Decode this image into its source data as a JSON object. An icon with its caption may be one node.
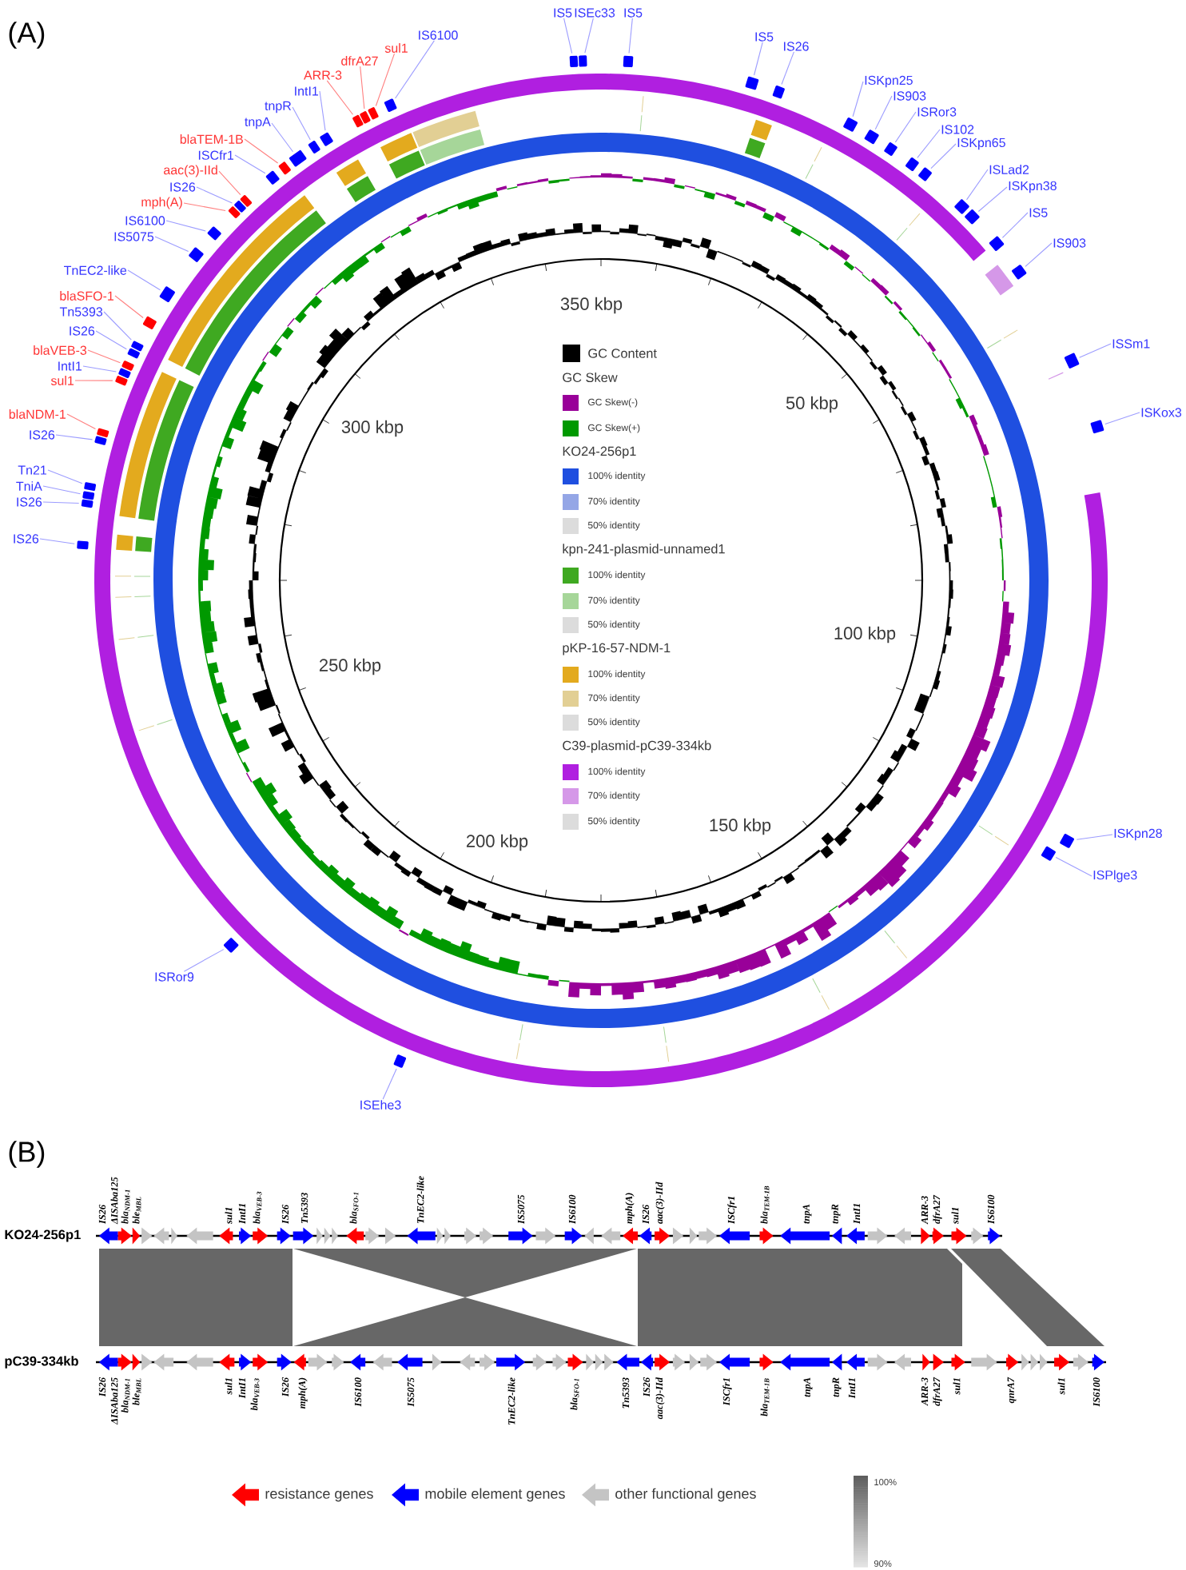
{
  "diagram": {
    "nodes": [
      {
        "text": [
          "IS6100"
        ]
      },
      {
        "text": [
          "sul1"
        ]
      },
      {
        "text": [
          "dfrA27"
        ]
      },
      {
        "text": [
          "ARR-3"
        ]
      },
      {
        "text": [
          "IntI1"
        ]
      },
      {
        "text": [
          "tnpR"
        ]
      },
      {
        "text": [
          "tnpA"
        ]
      },
      {
        "text": [
          "blaTEM-1B"
        ]
      },
      {
        "text": [
          "ISCfr1"
        ]
      },
      {
        "text": [
          "aac(3)-IId"
        ]
      },
      {
        "text": [
          "IS26"
        ]
      },
      {
        "text": [
          "mph(A)"
        ]
      },
      {
        "text": [
          "IS6100"
        ]
      },
      {
        "text": [
          "IS5075"
        ]
      },
      {
        "text": [
          "TnEC2-like"
        ]
      },
      {
        "text": [
          "blaSFO-1"
        ]
      },
      {
        "text": [
          "Tn5393"
        ]
      },
      {
        "text": [
          "IS26"
        ]
      },
      {
        "text": [
          "blaVEB-3"
        ]
      },
      {
        "text": [
          "IntI1"
        ]
      },
      {
        "text": [
          "sul1"
        ]
      },
      {
        "text": [
          "blaNDM-1"
        ]
      },
      {
        "text": [
          "IS26"
        ]
      },
      {
        "text": [
          "Tn21"
        ]
      },
      {
        "text": [
          "TniA"
        ]
      },
      {
        "text": [
          "IS26"
        ]
      },
      {
        "text": [
          "IS26"
        ]
      },
      {
        "text": [
          "IS5"
        ]
      },
      {
        "text": [
          "ISEc33"
        ]
      },
      {
        "text": [
          "IS5"
        ]
      },
      {
        "text": [
          "IS5"
        ]
      },
      {
        "text": [
          "IS26"
        ]
      },
      {
        "text": [
          "ISKpn25"
        ]
      },
      {
        "text": [
          "IS903"
        ]
      },
      {
        "text": [
          "ISRor3"
        ]
      },
      {
        "text": [
          "IS102"
        ]
      },
      {
        "text": [
          "ISKpn65"
        ]
      },
      {
        "text": [
          "ISLad2"
        ]
      },
      {
        "text": [
          "ISKpn38"
        ]
      },
      {
        "text": [
          "IS5"
        ]
      },
      {
        "text": [
          "IS903"
        ]
      },
      {
        "text": [
          "ISSm1"
        ]
      },
      {
        "text": [
          "ISKox3"
        ]
      },
      {
        "text": [
          "ISKpn28"
        ]
      },
      {
        "text": [
          "ISPlge3"
        ]
      },
      {
        "text": [
          "ISRor9"
        ]
      },
      {
        "text": [
          "ISEhe3"
        ]
      },
      {
        "text": [],
        "shape": "box"
      },
      {
        "text": [],
        "shape": "box"
      },
      {
        "text": [],
        "shape": "box"
      },
      {
        "text": [],
        "shape": "box"
      },
      {
        "text": [],
        "shape": "box"
      },
      {
        "text": [],
        "shape": "box"
      },
      {
        "text": [],
        "shape": "box"
      },
      {
        "text": [],
        "shape": "box"
      },
      {
        "text": [],
        "shape": "box"
      },
      {
        "text": [],
        "shape": "box"
      },
      {
        "text": [],
        "shape": "box"
      },
      {
        "text": [],
        "shape": "box"
      },
      {
        "text": [],
        "shape": "box"
      },
      {
        "text": [],
        "shape": "box"
      },
      {
        "text": [],
        "shape": "box"
      },
      {
        "text": [],
        "shape": "box"
      },
      {
        "text": [],
        "shape": "box"
      },
      {
        "text": [],
        "shape": "box"
      },
      {
        "text": [],
        "shape": "box"
      },
      {
        "text": [],
        "shape": "box"
      },
      {
        "text": [],
        "shape": "box"
      },
      {
        "text": [],
        "shape": "box"
      },
      {
        "text": [],
        "shape": "box"
      },
      {
        "text": [],
        "shape": "box"
      },
      {
        "text": [],
        "shape": "box"
      },
      {
        "text": [],
        "shape": "box"
      },
      {
        "text": [],
        "shape": "box"
      },
      {
        "text": [],
        "shape": "box"
      },
      {
        "text": [],
        "shape": "box"
      },
      {
        "text": [],
        "shape": "box"
      },
      {
        "text": [],
        "shape": "box"
      },
      {
        "text": [],
        "shape": "box"
      },
      {
        "text": [],
        "shape": "box"
      },
      {
        "text": [],
        "shape": "box"
      },
      {
        "text": [],
        "shape": "box"
      },
      {
        "text": [],
        "shape": "box"
      },
      {
        "text": [],
        "shape": "box"
      },
      {
        "text": [],
        "shape": "box"
      },
      {
        "text": [],
        "shape": "box"
      },
      {
        "text": [],
        "shape": "box"
      },
      {
        "text": [],
        "shape": "box"
      },
      {
        "text": [],
        "shape": "box"
      },
      {
        "text": [],
        "shape": "box"
      },
      {
        "text": [],
        "shape": "box"
      },
      {
        "text": [],
        "shape": "box"
      },
      {
        "text": [],
        "shape": "box"
      },
      {
        "text": [],
        "shape": "box"
      }
    ],
    "edges": [
      {
        "from": 0,
        "to": 47,
        "arrow": "none"
      },
      {
        "from": 1,
        "to": 48,
        "arrow": "none",
        "color": "#ff8080"
      },
      {
        "from": 2,
        "to": 49,
        "arrow": "none",
        "color": "#ff8080"
      },
      {
        "from": 3,
        "to": 50,
        "arrow": "none",
        "color": "#ff8080"
      },
      {
        "from": 4,
        "to": 51,
        "arrow": "none"
      },
      {
        "from": 5,
        "to": 52,
        "arrow": "none"
      },
      {
        "from": 6,
        "to": 53,
        "arrow": "none"
      },
      {
        "from": 7,
        "to": 54,
        "arrow": "none",
        "color": "#ff8080"
      },
      {
        "from": 8,
        "to": 55,
        "arrow": "none"
      },
      {
        "from": 9,
        "to": 56,
        "arrow": "none",
        "color": "#ff8080"
      },
      {
        "from": 10,
        "to": 57,
        "arrow": "none"
      },
      {
        "from": 11,
        "to": 58,
        "arrow": "none",
        "color": "#ff8080"
      },
      {
        "from": 12,
        "to": 59,
        "arrow": "none"
      },
      {
        "from": 13,
        "to": 60,
        "arrow": "none"
      },
      {
        "from": 14,
        "to": 61,
        "arrow": "none"
      },
      {
        "from": 15,
        "to": 62,
        "arrow": "none",
        "color": "#ff8080"
      },
      {
        "from": 16,
        "to": 63,
        "arrow": "none"
      },
      {
        "from": 17,
        "to": 64,
        "arrow": "none"
      },
      {
        "from": 18,
        "to": 65,
        "arrow": "none",
        "color": "#ff8080"
      },
      {
        "from": 19,
        "to": 66,
        "arrow": "none"
      },
      {
        "from": 20,
        "to": 67,
        "arrow": "none",
        "color": "#ff8080"
      },
      {
        "from": 21,
        "to": 68,
        "arrow": "none",
        "color": "#ff8080"
      },
      {
        "from": 22,
        "to": 69,
        "arrow": "none"
      },
      {
        "from": 23,
        "to": 70,
        "arrow": "none"
      },
      {
        "from": 24,
        "to": 71,
        "arrow": "none"
      },
      {
        "from": 25,
        "to": 72,
        "arrow": "none"
      },
      {
        "from": 26,
        "to": 73,
        "arrow": "none"
      },
      {
        "from": 27,
        "to": 74,
        "arrow": "none"
      },
      {
        "from": 28,
        "to": 75,
        "arrow": "none"
      },
      {
        "from": 29,
        "to": 76,
        "arrow": "none"
      },
      {
        "from": 30,
        "to": 77,
        "arrow": "none"
      },
      {
        "from": 31,
        "to": 78,
        "arrow": "none"
      },
      {
        "from": 32,
        "to": 79,
        "arrow": "none"
      },
      {
        "from": 33,
        "to": 80,
        "arrow": "none"
      },
      {
        "from": 34,
        "to": 81,
        "arrow": "none"
      },
      {
        "from": 35,
        "to": 82,
        "arrow": "none"
      },
      {
        "from": 36,
        "to": 83,
        "arrow": "none"
      },
      {
        "from": 37,
        "to": 84,
        "arrow": "none"
      },
      {
        "from": 38,
        "to": 85,
        "arrow": "none"
      },
      {
        "from": 39,
        "to": 86,
        "arrow": "none"
      },
      {
        "from": 40,
        "to": 87,
        "arrow": "none"
      },
      {
        "from": 41,
        "to": 88,
        "arrow": "none"
      },
      {
        "from": 42,
        "to": 89,
        "arrow": "none"
      },
      {
        "from": 43,
        "to": 90,
        "arrow": "none"
      },
      {
        "from": 44,
        "to": 91,
        "arrow": "none"
      },
      {
        "from": 45,
        "to": 92,
        "arrow": "none"
      },
      {
        "from": 46,
        "to": 93,
        "arrow": "none"
      }
    ],
    "labels": [
      "(A)",
      "350 kbp",
      "50 kbp",
      "300 kbp",
      "100 kbp",
      "250 kbp",
      "150 kbp",
      "200 kbp",
      "(B)",
      "IS26",
      "ΔISAba125",
      "bla$_{NDM-1}$",
      "ble$_{MBL}$",
      "sul1",
      "IntI1",
      "bla$_{VEB-3}$",
      "IS26",
      "Tn5393",
      "bla$_{SFO-1}$",
      "TnEC2-like",
      "IS5075",
      "IS6100",
      "mph(A)",
      "IS26",
      "aac(3)-IId",
      "ISCfr1",
      "bla$_{TEM-1B}$",
      "tnpA",
      "tnpR",
      "IntI1",
      "ARR-3",
      "dfrA27",
      "sul1",
      "IS6100",
      "KO24-256p1",
      "pC39-334kb",
      "IS26",
      "ΔISAba125",
      "bla$_{NDM-1}$",
      "ble$_{MBL}$",
      "sul1",
      "IntI1",
      "bla$_{VEB-3}$",
      "IS26",
      "mph(A)",
      "IS6100",
      "IS5075",
      "TnEC2-like",
      "bla$_{SFO-1}$",
      "Tn5393",
      "IS26",
      "aac(3)-IId",
      "ISCfr1",
      "bla$_{TEM-1B}$",
      "tnpA",
      "tnpR",
      "IntI1",
      "ARR-3",
      "dfrA27",
      "sul1",
      "qnrA7",
      "sul1",
      "IS6100",
      "100%",
      "90%"
    ],
    "legend": [
      {
        "text": "GC Content",
        "color": "#000000"
      },
      {
        "text": "GC Skew"
      },
      {
        "text": "GC Skew(-)",
        "color": "#990099"
      },
      {
        "text": "GC Skew(+)",
        "color": "#009900"
      },
      {
        "text": "KO24-256p1"
      },
      {
        "text": "100% identity",
        "color": "#1f4fe0"
      },
      {
        "text": "70% identity",
        "color": "#94a6e6"
      },
      {
        "text": "50% identity",
        "color": "#dcdcdc"
      },
      {
        "text": "kpn-241-plasmid-unnamed1"
      },
      {
        "text": "100% identity",
        "color": "#3fa921"
      },
      {
        "text": "70% identity",
        "color": "#a6d699"
      },
      {
        "text": "50% identity",
        "color": "#dcdcdc"
      },
      {
        "text": "pKP-16-57-NDM-1"
      },
      {
        "text": "100% identity",
        "color": "#e3aa1e"
      },
      {
        "text": "70% identity",
        "color": "#e2cf94"
      },
      {
        "text": "50% identity",
        "color": "#dcdcdc"
      },
      {
        "text": "C39-plasmid-pC39-334kb"
      },
      {
        "text": "100% identity",
        "color": "#b01fe0"
      },
      {
        "text": "70% identity",
        "color": "#d598e8"
      },
      {
        "text": "50% identity",
        "color": "#dcdcdc"
      },
      {
        "text": "resistance genes",
        "color": "#ff0000"
      },
      {
        "text": "mobile element genes",
        "color": "#0000ff"
      },
      {
        "text": "other functional genes",
        "color": "#c4c4c4"
      }
    ]
  }
}
